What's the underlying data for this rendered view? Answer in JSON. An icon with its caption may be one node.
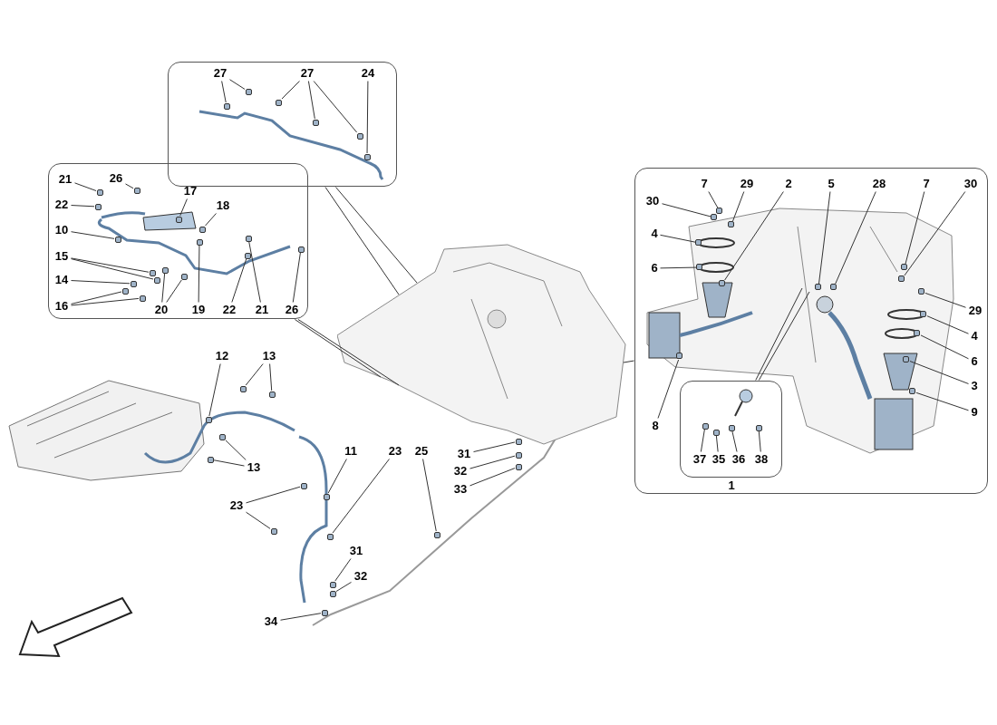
{
  "diagram": {
    "nodes": [
      {
        "text": [],
        "shape": "box"
      },
      {
        "text": [
          "27"
        ],
        "in": 0
      },
      {
        "text": [
          "27"
        ],
        "in": 0
      },
      {
        "text": [
          "24"
        ],
        "in": 0
      },
      {
        "text": [],
        "shape": "box"
      },
      {
        "text": [
          "21"
        ],
        "in": 4
      },
      {
        "text": [
          "26"
        ],
        "in": 4
      },
      {
        "text": [
          "22"
        ],
        "in": 4
      },
      {
        "text": [
          "17"
        ],
        "in": 4
      },
      {
        "text": [
          "18"
        ],
        "in": 4
      },
      {
        "text": [
          "10"
        ],
        "in": 4
      },
      {
        "text": [
          "15"
        ],
        "in": 4
      },
      {
        "text": [
          "14"
        ],
        "in": 4
      },
      {
        "text": [
          "16"
        ],
        "in": 4
      },
      {
        "text": [
          "20"
        ],
        "in": 4
      },
      {
        "text": [
          "19"
        ],
        "in": 4
      },
      {
        "text": [
          "22"
        ],
        "in": 4
      },
      {
        "text": [
          "21"
        ],
        "in": 4
      },
      {
        "text": [
          "26"
        ],
        "in": 4
      },
      {
        "text": [],
        "shape": "box"
      },
      {
        "text": [
          "7"
        ],
        "in": 19
      },
      {
        "text": [
          "29"
        ],
        "in": 19
      },
      {
        "text": [
          "2"
        ],
        "in": 19
      },
      {
        "text": [
          "5"
        ],
        "in": 19
      },
      {
        "text": [
          "28"
        ],
        "in": 19
      },
      {
        "text": [
          "7"
        ],
        "in": 19
      },
      {
        "text": [
          "30"
        ],
        "in": 19
      },
      {
        "text": [
          "30"
        ],
        "in": 19
      },
      {
        "text": [
          "4"
        ],
        "in": 19
      },
      {
        "text": [
          "6"
        ],
        "in": 19
      },
      {
        "text": [
          "29"
        ],
        "in": 19
      },
      {
        "text": [
          "4"
        ],
        "in": 19
      },
      {
        "text": [
          "6"
        ],
        "in": 19
      },
      {
        "text": [
          "3"
        ],
        "in": 19
      },
      {
        "text": [
          "9"
        ],
        "in": 19
      },
      {
        "text": [
          "8"
        ],
        "in": 19
      },
      {
        "text": [],
        "shape": "box",
        "in": 19
      },
      {
        "text": [
          "37"
        ],
        "in": 36
      },
      {
        "text": [
          "35"
        ],
        "in": 36
      },
      {
        "text": [
          "36"
        ],
        "in": 36
      },
      {
        "text": [
          "38"
        ],
        "in": 36
      },
      {
        "text": [
          "1"
        ],
        "in": 19
      },
      {
        "text": [
          "12"
        ]
      },
      {
        "text": [
          "13"
        ]
      },
      {
        "text": [
          "13"
        ]
      },
      {
        "text": [
          "11"
        ]
      },
      {
        "text": [
          "23"
        ]
      },
      {
        "text": [
          "23"
        ]
      },
      {
        "text": [
          "25"
        ]
      },
      {
        "text": [
          "31"
        ]
      },
      {
        "text": [
          "32"
        ]
      },
      {
        "text": [
          "33"
        ]
      },
      {
        "text": [
          "31"
        ]
      },
      {
        "text": [
          "32"
        ]
      },
      {
        "text": [
          "34"
        ]
      },
      {
        "text": [],
        "shape": "picture"
      },
      {
        "text": [],
        "shape": "picture",
        "in": 19
      },
      {
        "text": [],
        "shape": "box",
        "in": 0
      },
      {
        "text": [],
        "shape": "box",
        "in": 0
      },
      {
        "text": [],
        "shape": "box",
        "in": 0
      },
      {
        "text": [],
        "shape": "box",
        "in": 0
      },
      {
        "text": [],
        "shape": "box",
        "in": 0
      },
      {
        "text": [],
        "shape": "box",
        "in": 0
      },
      {
        "text": [],
        "shape": "box",
        "in": 4
      },
      {
        "text": [],
        "shape": "box",
        "in": 4
      },
      {
        "text": [],
        "shape": "box",
        "in": 4
      },
      {
        "text": [],
        "shape": "box",
        "in": 4
      },
      {
        "text": [],
        "shape": "box",
        "in": 4
      },
      {
        "text": [],
        "shape": "box",
        "in": 4
      },
      {
        "text": [],
        "shape": "box",
        "in": 4
      },
      {
        "text": [],
        "shape": "box",
        "in": 4
      },
      {
        "text": [],
        "shape": "box",
        "in": 4
      },
      {
        "text": [],
        "shape": "box",
        "in": 4
      },
      {
        "text": [],
        "shape": "box",
        "in": 4
      },
      {
        "text": [],
        "shape": "box",
        "in": 4
      },
      {
        "text": [],
        "shape": "box",
        "in": 4
      },
      {
        "text": [],
        "shape": "box",
        "in": 4
      },
      {
        "text": [],
        "shape": "box",
        "in": 4
      },
      {
        "text": [],
        "shape": "box",
        "in": 4
      },
      {
        "text": [],
        "shape": "box",
        "in": 4
      },
      {
        "text": [],
        "shape": "box",
        "in": 56
      },
      {
        "text": [],
        "shape": "box",
        "in": 56
      },
      {
        "text": [],
        "shape": "box",
        "in": 56
      },
      {
        "text": [],
        "shape": "box",
        "in": 56
      },
      {
        "text": [],
        "shape": "box",
        "in": 56
      },
      {
        "text": [],
        "shape": "box",
        "in": 56
      },
      {
        "text": [],
        "shape": "box",
        "in": 56
      },
      {
        "text": [],
        "shape": "box",
        "in": 56
      },
      {
        "text": [],
        "shape": "box",
        "in": 56
      },
      {
        "text": [],
        "shape": "box",
        "in": 56
      },
      {
        "text": [],
        "shape": "box",
        "in": 56
      },
      {
        "text": [],
        "shape": "box",
        "in": 56
      },
      {
        "text": [],
        "shape": "box",
        "in": 56
      },
      {
        "text": [],
        "shape": "box",
        "in": 56
      },
      {
        "text": [],
        "shape": "box",
        "in": 56
      },
      {
        "text": [],
        "shape": "box",
        "in": 56
      },
      {
        "text": [],
        "shape": "box",
        "in": 36
      },
      {
        "text": [],
        "shape": "box",
        "in": 36
      },
      {
        "text": [],
        "shape": "box",
        "in": 36
      },
      {
        "text": [],
        "shape": "box",
        "in": 36
      },
      {
        "text": [],
        "shape": "box"
      },
      {
        "text": [],
        "shape": "box"
      },
      {
        "text": [],
        "shape": "box"
      },
      {
        "text": [],
        "shape": "box"
      },
      {
        "text": [],
        "shape": "box"
      },
      {
        "text": [],
        "shape": "box"
      },
      {
        "text": [],
        "shape": "box"
      },
      {
        "text": [],
        "shape": "box"
      },
      {
        "text": [],
        "shape": "box"
      },
      {
        "text": [],
        "shape": "box"
      },
      {
        "text": [],
        "shape": "box"
      },
      {
        "text": [],
        "shape": "box"
      },
      {
        "text": [],
        "shape": "box"
      },
      {
        "text": [],
        "shape": "box"
      },
      {
        "text": [],
        "shape": "box"
      },
      {
        "text": [],
        "shape": "box"
      }
    ],
    "edges": [
      {
        "from": 1,
        "to": 57,
        "arrow": "none"
      },
      {
        "from": 1,
        "to": 58,
        "arrow": "none"
      },
      {
        "from": 2,
        "to": 59,
        "arrow": "none"
      },
      {
        "from": 2,
        "to": 60,
        "arrow": "none"
      },
      {
        "from": 2,
        "to": 61,
        "arrow": "none"
      },
      {
        "from": 3,
        "to": 62,
        "arrow": "none"
      },
      {
        "from": 0,
        "to": 55,
        "arrow": "none"
      },
      {
        "from": 0,
        "to": 55,
        "arrow": "none"
      },
      {
        "from": 5,
        "to": 63,
        "arrow": "none"
      },
      {
        "from": 6,
        "to": 64,
        "arrow": "none"
      },
      {
        "from": 7,
        "to": 65,
        "arrow": "none"
      },
      {
        "from": 8,
        "to": 66,
        "arrow": "none"
      },
      {
        "from": 9,
        "to": 67,
        "arrow": "none"
      },
      {
        "from": 10,
        "to": 68,
        "arrow": "none"
      },
      {
        "from": 11,
        "to": 69,
        "arrow": "none"
      },
      {
        "from": 11,
        "to": 70,
        "arrow": "none"
      },
      {
        "from": 12,
        "to": 71,
        "arrow": "none"
      },
      {
        "from": 13,
        "to": 72,
        "arrow": "none"
      },
      {
        "from": 13,
        "to": 73,
        "arrow": "none"
      },
      {
        "from": 14,
        "to": 74,
        "arrow": "none"
      },
      {
        "from": 14,
        "to": 75,
        "arrow": "none"
      },
      {
        "from": 15,
        "to": 76,
        "arrow": "none"
      },
      {
        "from": 16,
        "to": 77,
        "arrow": "none"
      },
      {
        "from": 17,
        "to": 78,
        "arrow": "none"
      },
      {
        "from": 18,
        "to": 79,
        "arrow": "none"
      },
      {
        "from": 4,
        "to": 55,
        "arrow": "none"
      },
      {
        "from": 4,
        "to": 55,
        "arrow": "none"
      },
      {
        "from": 20,
        "to": 80,
        "arrow": "none"
      },
      {
        "from": 21,
        "to": 81,
        "arrow": "none"
      },
      {
        "from": 22,
        "to": 82,
        "arrow": "none"
      },
      {
        "from": 23,
        "to": 83,
        "arrow": "none"
      },
      {
        "from": 24,
        "to": 84,
        "arrow": "none"
      },
      {
        "from": 25,
        "to": 85,
        "arrow": "none"
      },
      {
        "from": 26,
        "to": 86,
        "arrow": "none"
      },
      {
        "from": 27,
        "to": 87,
        "arrow": "none"
      },
      {
        "from": 28,
        "to": 88,
        "arrow": "none"
      },
      {
        "from": 29,
        "to": 89,
        "arrow": "none"
      },
      {
        "from": 30,
        "to": 90,
        "arrow": "none"
      },
      {
        "from": 31,
        "to": 91,
        "arrow": "none"
      },
      {
        "from": 32,
        "to": 92,
        "arrow": "none"
      },
      {
        "from": 33,
        "to": 93,
        "arrow": "none"
      },
      {
        "from": 34,
        "to": 94,
        "arrow": "none"
      },
      {
        "from": 35,
        "to": 95,
        "arrow": "none"
      },
      {
        "from": 19,
        "to": 55,
        "arrow": "none"
      },
      {
        "from": 36,
        "to": 56,
        "arrow": "none"
      },
      {
        "from": 36,
        "to": 56,
        "arrow": "none"
      },
      {
        "from": 37,
        "to": 96,
        "arrow": "none"
      },
      {
        "from": 38,
        "to": 97,
        "arrow": "none"
      },
      {
        "from": 39,
        "to": 98,
        "arrow": "none"
      },
      {
        "from": 40,
        "to": 99,
        "arrow": "none"
      },
      {
        "from": 42,
        "to": 100,
        "arrow": "none"
      },
      {
        "from": 43,
        "to": 101,
        "arrow": "none"
      },
      {
        "from": 43,
        "to": 102,
        "arrow": "none"
      },
      {
        "from": 44,
        "to": 103,
        "arrow": "none"
      },
      {
        "from": 44,
        "to": 104,
        "arrow": "none"
      },
      {
        "from": 45,
        "to": 105,
        "arrow": "none"
      },
      {
        "from": 46,
        "to": 106,
        "arrow": "none"
      },
      {
        "from": 47,
        "to": 107,
        "arrow": "none"
      },
      {
        "from": 47,
        "to": 108,
        "arrow": "none"
      },
      {
        "from": 48,
        "to": 109,
        "arrow": "none"
      },
      {
        "from": 49,
        "to": 110,
        "arrow": "none"
      },
      {
        "from": 50,
        "to": 111,
        "arrow": "none"
      },
      {
        "from": 51,
        "to": 112,
        "arrow": "none"
      },
      {
        "from": 52,
        "to": 113,
        "arrow": "none"
      },
      {
        "from": 53,
        "to": 114,
        "arrow": "none"
      },
      {
        "from": 54,
        "to": 115,
        "arrow": "none"
      }
    ]
  }
}
